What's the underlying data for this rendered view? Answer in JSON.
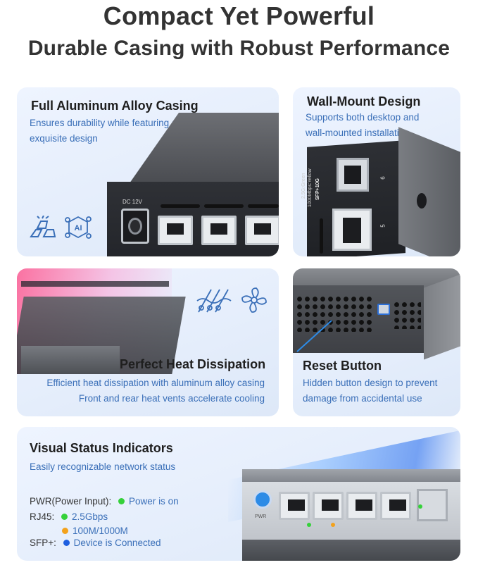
{
  "headline": {
    "title": "Compact Yet Powerful",
    "subtitle": "Durable Casing with Robust Performance"
  },
  "cards": {
    "aluminum": {
      "title": "Full Aluminum Alloy Casing",
      "desc_line1": "Ensures durability while featuring an",
      "desc_line2": "exquisite design",
      "port_label": "DC 12V"
    },
    "wallmount": {
      "title": "Wall-Mount Design",
      "desc_line1": "Supports both desktop and",
      "desc_line2": "wall-mounted installation",
      "sfp_label": "SFP+10G",
      "speed_label_1": "2.5G:Green",
      "speed_label_2": "1000Mbps:Yellow",
      "port_num_top": "6",
      "port_num_bottom": "5"
    },
    "heat": {
      "title": "Perfect Heat Dissipation",
      "desc_line1": "Efficient heat dissipation with aluminum alloy casing",
      "desc_line2": "Front and rear heat vents accelerate cooling"
    },
    "reset": {
      "title": "Reset Button",
      "desc_line1": "Hidden button design to prevent",
      "desc_line2": "damage from accidental use"
    },
    "status": {
      "title": "Visual Status Indicators",
      "desc": "Easily recognizable network status",
      "rows": [
        {
          "label": "PWR(Power Input):",
          "value": "Power is on",
          "color": "#35d13a"
        },
        {
          "label": "RJ45:",
          "value": "2.5Gbps",
          "color": "#35d13a"
        },
        {
          "label": "",
          "value": "100M/1000M",
          "color": "#f3a21c"
        },
        {
          "label": "SFP+:",
          "value": "Device is Connected",
          "color": "#1e5fe0"
        }
      ],
      "pwr_text": "PWR"
    }
  },
  "colors": {
    "accent": "#3a6fb8",
    "card_bg": "#e8f0fc",
    "title_text": "#333333"
  },
  "icons": [
    "stacked-bars-icon",
    "ai-chip-icon",
    "heat-waves-icon",
    "fan-icon"
  ]
}
